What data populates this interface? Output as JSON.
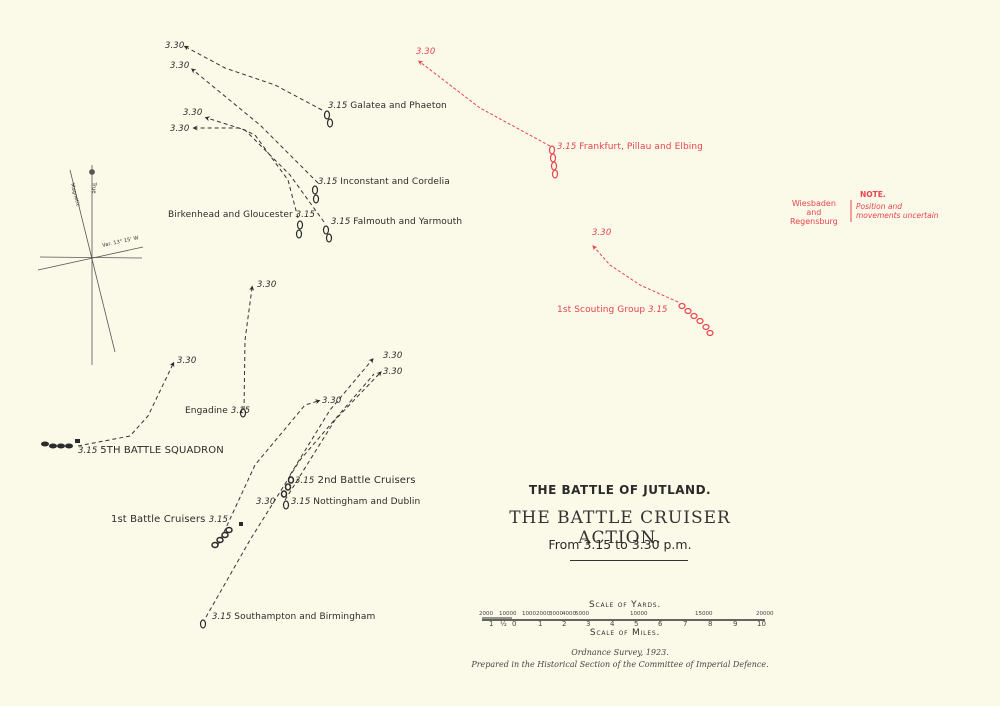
{
  "title": {
    "line1": "THE BATTLE OF JUTLAND.",
    "line2": "THE BATTLE CRUISER ACTION.",
    "line3": "From 3.15 to 3.30 p.m."
  },
  "colors": {
    "background": "#fbf9e8",
    "british": "#2b2b2b",
    "german": "#e8434f"
  },
  "compass": {
    "true_label": "True",
    "magnetic_label": "Magnetic",
    "variation_label": "Var. 13° 15' W"
  },
  "british_units": [
    {
      "name": "Galatea and Phaeton",
      "start_time": "3.15",
      "end_time": "3.30"
    },
    {
      "name": "Inconstant and Cordelia",
      "start_time": "3.15",
      "end_time": "3.30"
    },
    {
      "name": "Falmouth and Yarmouth",
      "start_time": "3.15",
      "end_time": "3.30"
    },
    {
      "name": "Birkenhead and Gloucester",
      "start_time": "3.15",
      "end_time": "3.30"
    },
    {
      "name": "Engadine",
      "start_time": "3.15",
      "end_time": "3.30"
    },
    {
      "name": "5th Battle Squadron",
      "start_time": "3.15",
      "end_time": "3.30"
    },
    {
      "name": "2nd Battle Cruisers",
      "start_time": "3.15",
      "end_time": "3.30"
    },
    {
      "name": "Nottingham and Dublin",
      "start_time": "3.15",
      "end_time": "3.30"
    },
    {
      "name": "1st Battle Cruisers",
      "start_time": "3.15",
      "end_time": "3.30"
    },
    {
      "name": "Southampton and Birmingham",
      "start_time": "3.15",
      "end_time": "3.30"
    }
  ],
  "german_units": [
    {
      "name": "Frankfurt, Pillau and Elbing",
      "start_time": "3.15",
      "end_time": "3.30"
    },
    {
      "name": "1st Scouting Group",
      "start_time": "3.15",
      "end_time": "3.30"
    }
  ],
  "note": {
    "heading": "NOTE.",
    "ships_line1": "Wiesbaden",
    "ships_line2": "and",
    "ships_line3": "Regensburg",
    "text_line1": "Position and",
    "text_line2": "movements uncertain"
  },
  "scale": {
    "yards_title": "Scale of Yards.",
    "miles_title": "Scale of Miles.",
    "yard_ticks": [
      "2000",
      "1000",
      "0",
      "1000",
      "2000",
      "3000",
      "4000",
      "5000",
      "10000",
      "15000",
      "20000"
    ],
    "mile_ticks": [
      "1",
      "½",
      "0",
      "1",
      "2",
      "3",
      "4",
      "5",
      "6",
      "7",
      "8",
      "9",
      "10"
    ]
  },
  "credits": {
    "line1": "Ordnance Survey, 1923.",
    "line2": "Prepared in the Historical Section of the Committee of Imperial Defence."
  }
}
